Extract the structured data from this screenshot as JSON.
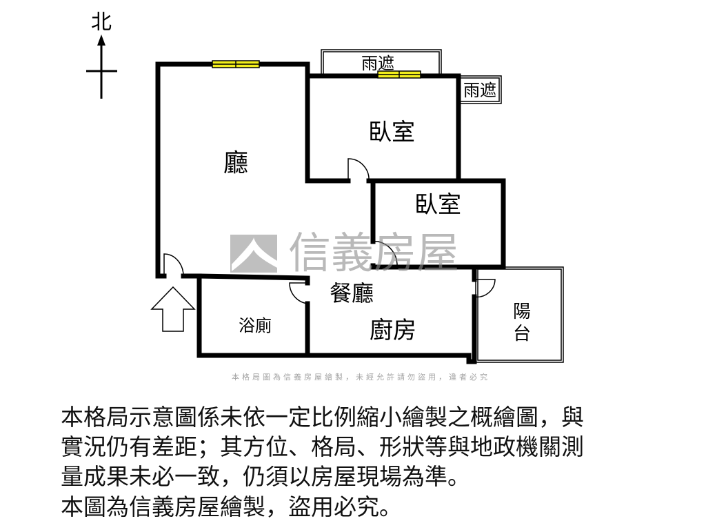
{
  "compass": {
    "north_label": "北"
  },
  "rooms": {
    "living": "廳",
    "bedroom1": "臥室",
    "bedroom2": "臥室",
    "dining": "餐廳",
    "bathroom": "浴廁",
    "kitchen": "廚房",
    "balcony_1": "陽",
    "balcony_2": "台",
    "canopy1": "雨遮",
    "canopy2": "雨遮"
  },
  "watermark": {
    "brand": "信義房屋",
    "notice": "本格局圖為信義房屋繪製，未經允許請勿盜用，違者必究"
  },
  "colors": {
    "wall": "#000000",
    "window": "#f2ee1c",
    "watermark": "#8c8c8c"
  },
  "disclaimer": [
    "本格局示意圖係未依一定比例縮小繪製之概繪圖，與",
    "實況仍有差距；其方位、格局、形狀等與地政機關測",
    "量成果未必一致，仍須以房屋現場為準。",
    "本圖為信義房屋繪製，盜用必究。"
  ]
}
